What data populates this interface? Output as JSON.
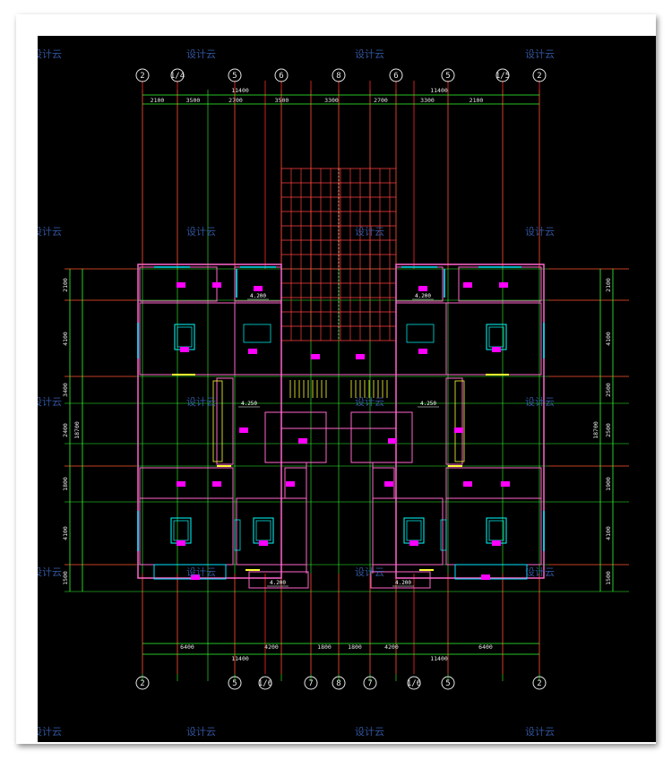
{
  "drawing": {
    "background": "#000000",
    "colors": {
      "axis": "#ff2a2a",
      "wall": "#ff66cc",
      "window": "#00e5ff",
      "dim": "#33ff33",
      "stair": "#ffff33",
      "furniture": "#00ffff",
      "text": "#ffffff",
      "magenta": "#ff00ff",
      "pergola": "#ff4040"
    },
    "top_axes": [
      "2",
      "1/4",
      "5",
      "6",
      "8",
      "6",
      "5",
      "1/5",
      "2"
    ],
    "bottom_axes": [
      "2",
      "5",
      "1/6",
      "7",
      "8",
      "7",
      "1/6",
      "5",
      "2"
    ],
    "top_totals": [
      "11400",
      "11400"
    ],
    "top_dims": [
      "2100",
      "3500",
      "2700",
      "3500",
      "3300",
      "2700",
      "3300",
      "2100"
    ],
    "bottom_totals": [
      "11400",
      "11400"
    ],
    "bottom_dims": [
      "6400",
      "4200",
      "1800",
      "1800",
      "4200",
      "6400"
    ],
    "left_dims": [
      "2100",
      "4100",
      "3400",
      "2400",
      "1800",
      "4100",
      "1500"
    ],
    "right_dims": [
      "2100",
      "4100",
      "2500",
      "2500",
      "1900",
      "4100",
      "1500"
    ],
    "side_total": "18700",
    "elevations": [
      "4.200",
      "4.200",
      "4.250",
      "4.250",
      "4.200",
      "4.200"
    ],
    "watermark": "设计云"
  }
}
